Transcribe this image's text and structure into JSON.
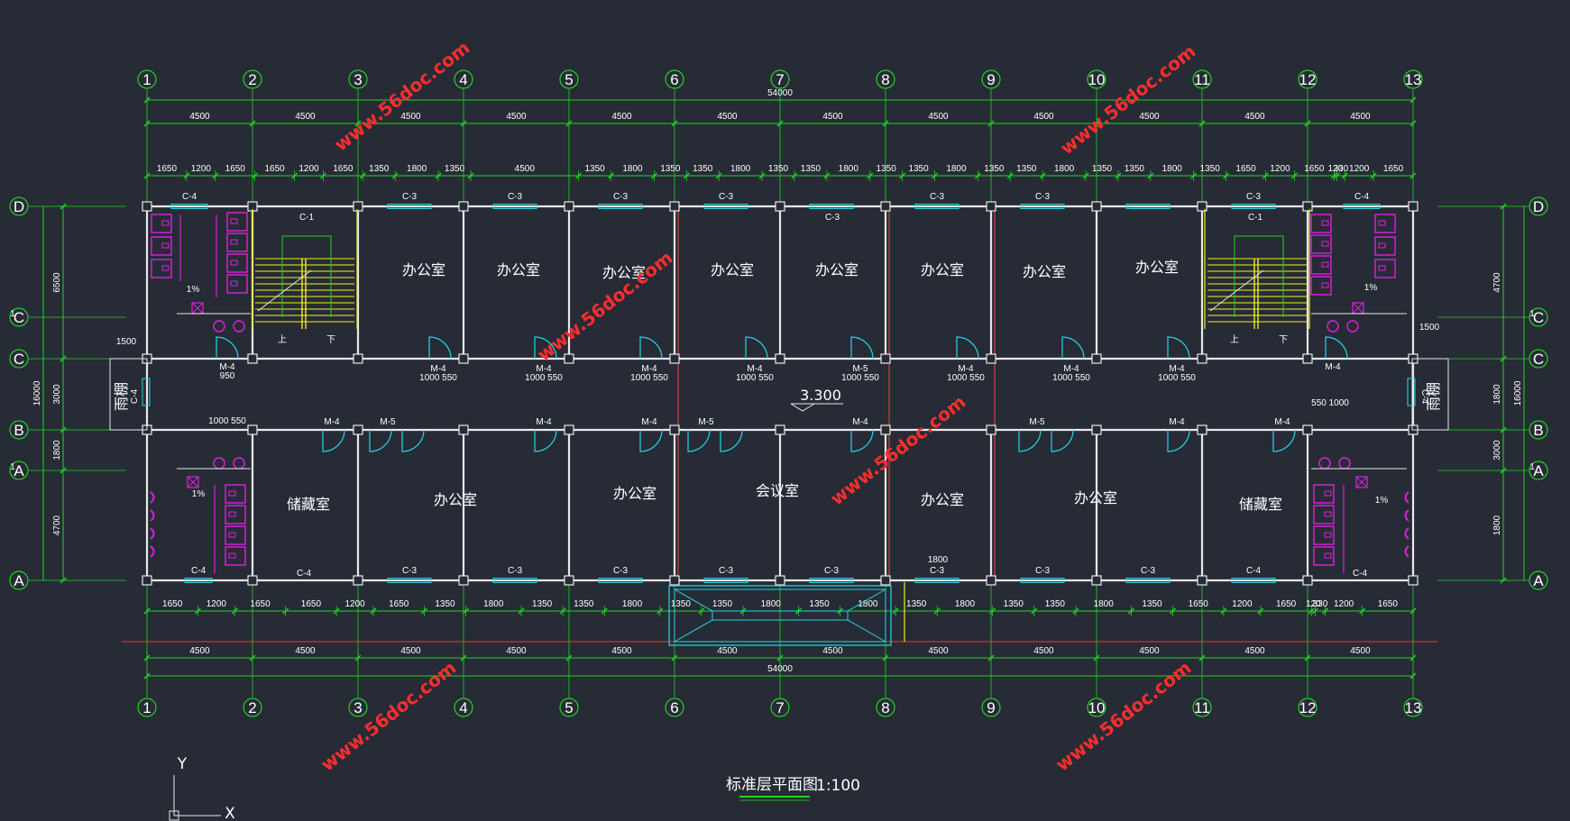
{
  "title": "标准层平面图",
  "scale_text": "1:100",
  "elevation": "3.300",
  "watermark": "www.56doc.com",
  "axes": {
    "columns": [
      "1",
      "2",
      "3",
      "4",
      "5",
      "6",
      "7",
      "8",
      "9",
      "10",
      "11",
      "12",
      "13"
    ],
    "rows": [
      "D",
      "1/C",
      "C",
      "B",
      "1/A",
      "A"
    ]
  },
  "dims": {
    "total": "54000",
    "bay": "4500",
    "top_detail": [
      "1650",
      "1200",
      "1650",
      "1650",
      "1200",
      "1650",
      "1350",
      "1800",
      "1350",
      "4500",
      "1350",
      "1800",
      "1350",
      "1350",
      "1800",
      "1350",
      "1350",
      "1800",
      "1350",
      "1350",
      "1800",
      "1350",
      "1350",
      "1800",
      "1350",
      "1350",
      "1800",
      "1350",
      "1650",
      "1200",
      "1650",
      "120",
      "330",
      "1200",
      "1650"
    ],
    "bottom_detail": [
      "1650",
      "1200",
      "1650",
      "1650",
      "1200",
      "1650",
      "1350",
      "1800",
      "1350",
      "1350",
      "1800",
      "1350",
      "1350",
      "1800",
      "1350",
      "1800",
      "1350",
      "1800",
      "1350",
      "1350",
      "1800",
      "1350",
      "1650",
      "1200",
      "1650",
      "120",
      "330",
      "1200",
      "1650"
    ],
    "left_vertical": [
      "6500",
      "3000",
      "1800",
      "4700",
      "16000"
    ],
    "right_vertical": [
      "4700",
      "1800",
      "3000",
      "1800",
      "16000"
    ],
    "misc": [
      "1500",
      "1200",
      "950",
      "1000",
      "550",
      "1500",
      "1800"
    ]
  },
  "rooms": {
    "office": "办公室",
    "storage": "储藏室",
    "meeting": "会议室",
    "canopy": "雨棚"
  },
  "labels": {
    "up": "上",
    "down": "下",
    "slope": "1%",
    "window_c1": "C-1",
    "window_c3": "C-3",
    "window_c4": "C-4",
    "door_m4": "M-4",
    "door_m5": "M-5",
    "door_dim": "1000 550"
  },
  "ucs": {
    "x": "X",
    "y": "Y"
  },
  "colors": {
    "background": "#262b35",
    "wall": "#e8e8e8",
    "dimension": "#22d422",
    "door": "#22d8e8",
    "fixture": "#e020e0",
    "stair": "#f0f020",
    "watermark": "#ff2d2d"
  }
}
